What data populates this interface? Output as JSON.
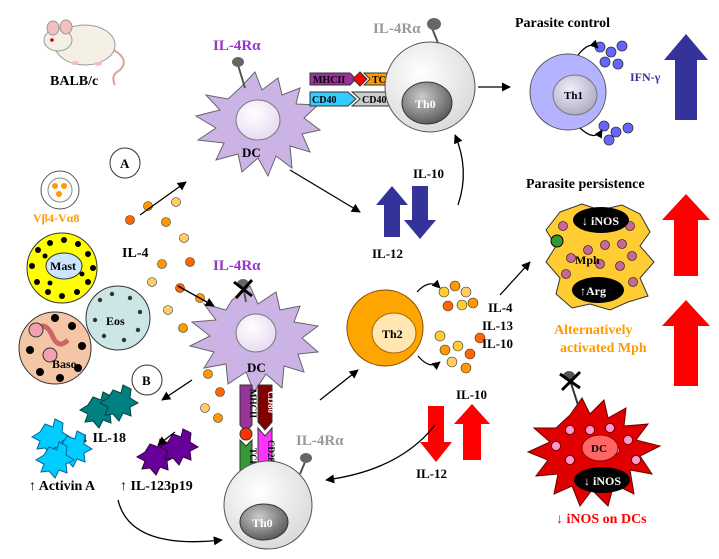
{
  "labels": {
    "mouse": "BALB/c",
    "il4ra_top": "IL-4Rα",
    "il4ra_top_th0": "IL-4Rα",
    "il4ra_mid": "IL-4Rα",
    "il4ra_bottom": "IL-4Rα",
    "dc_top": "DC",
    "dc_mid": "DC",
    "th0_top": "Th0",
    "th0_bottom": "Th0",
    "th1": "Th1",
    "th2": "Th2",
    "mhcii_top": "MHCII",
    "tcr_top": "TCR",
    "cd40": "CD40",
    "cd40l": "CD40L",
    "mhcii_bottom": "MHCII",
    "tcr_bottom": "TCR",
    "cd80": "CD80",
    "cd28": "CD28",
    "parasite_control": "Parasite control",
    "parasite_persistence": "Parasite persistence",
    "ifn": "IFN-γ",
    "il10_top": "IL-10",
    "il12_top": "IL-12",
    "il10_bottom": "IL-10",
    "il12_bottom": "IL-12",
    "th2_cytokines": [
      "IL-4",
      "IL-13",
      "IL-10"
    ],
    "il4": "IL-4",
    "vb4": "Vβ4-Vα8",
    "mast": "Mast",
    "eos": "Eos",
    "baso": "Baso",
    "path_a": "A",
    "path_b": "B",
    "il18": "↓ IL-18",
    "activin": "↑ Activin A",
    "il123": "↑ IL-123p19",
    "inos_mph": "↓ iNOS",
    "arg": "↑Arg",
    "mph": "Mph",
    "alt_activated": [
      "Alternatively",
      "activated Mph"
    ],
    "dc_red": "DC",
    "inos_dc": "↓ iNOS",
    "inos_on_dcs": "↓ iNOS on DCs"
  },
  "colors": {
    "purple_text": "#9933cc",
    "gray_text": "#999999",
    "orange_text": "#ff9900",
    "red_text": "#ff0000",
    "blue_text": "#333399",
    "arrow_blue": "#333399",
    "arrow_red": "#ff0000",
    "dc_fill": "#ccb3e6",
    "mph_fill": "#ffcc33",
    "red_dc_fill": "#e00000",
    "th2_fill": "#ffa500"
  }
}
